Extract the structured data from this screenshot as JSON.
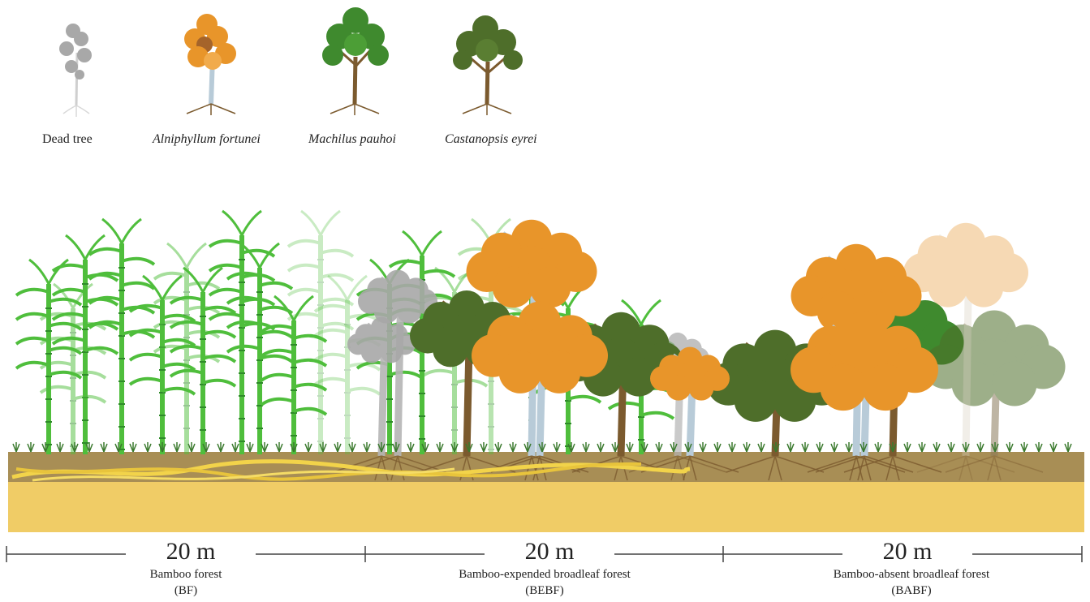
{
  "legend": [
    {
      "label": "Dead tree",
      "italic": false
    },
    {
      "label": "Alniphyllum fortunei",
      "italic": true
    },
    {
      "label": "Machilus pauhoi",
      "italic": true
    },
    {
      "label": "Castanopsis eyrei",
      "italic": true
    }
  ],
  "colors": {
    "dead": "#a8a8a8",
    "alniphyllum": "#e8952a",
    "alniphyllum_dark": "#a5642a",
    "machilus": "#3f8a2e",
    "castanopsis": "#4e6e2a",
    "bamboo": "#4fbe3c",
    "topsoil": "#a88e55",
    "subsoil": "#f0cc66",
    "rhizome": "#f2d34a",
    "trunk": "#7b5a2e"
  },
  "zones": [
    {
      "length": "20 m",
      "name": "Bamboo forest",
      "abbr": "(BF)"
    },
    {
      "length": "20 m",
      "name": "Bamboo-expended broadleaf forest",
      "abbr": "(BEBF)"
    },
    {
      "length": "20 m",
      "name": "Bamboo-absent broadleaf forest",
      "abbr": "(BABF)"
    }
  ]
}
